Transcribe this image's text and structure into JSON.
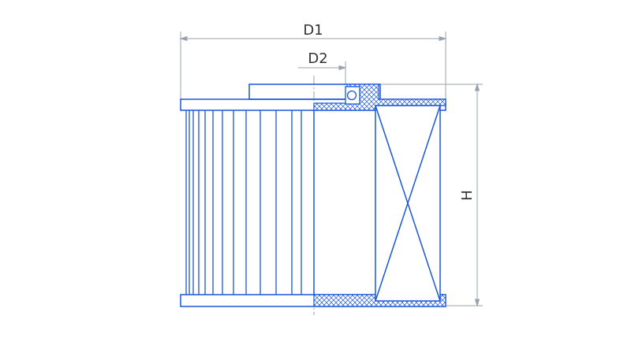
{
  "dimensions": {
    "outer_diameter_label": "D1",
    "inner_diameter_label": "D2",
    "height_label": "H"
  },
  "colors": {
    "outline": "#1a56db",
    "dimension_line": "#9aa3ad",
    "text": "#333333",
    "background": "#ffffff"
  }
}
